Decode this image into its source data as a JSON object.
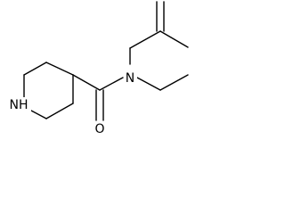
{
  "atoms": {
    "amide_nitrogen": "N",
    "carbonyl_oxygen": "O",
    "ring_nitrogen": "NH"
  }
}
